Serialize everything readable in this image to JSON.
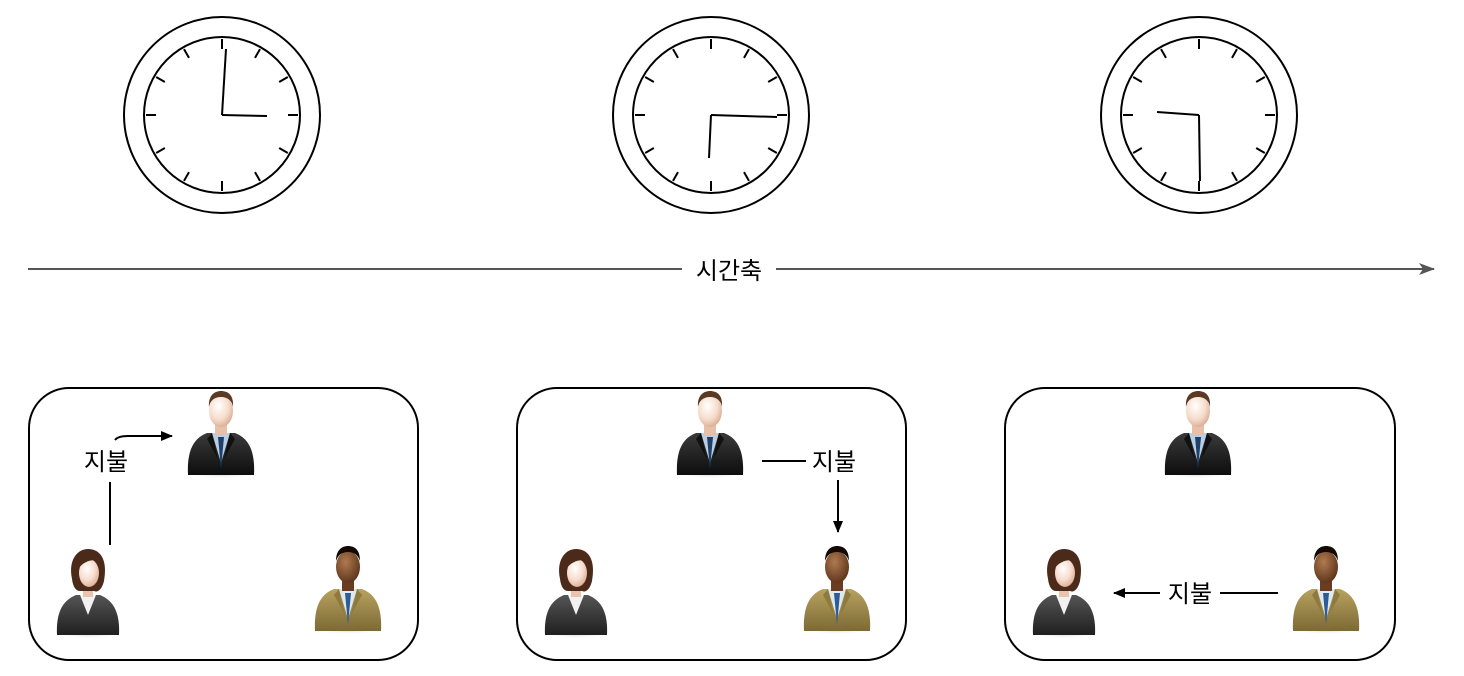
{
  "timeline": {
    "label": "시간축"
  },
  "clocks": [
    {
      "time": "3:00"
    },
    {
      "time": "6:15"
    },
    {
      "time": "9:30"
    }
  ],
  "panels": [
    {
      "payment_label": "지불",
      "from": "woman",
      "to": "man-top"
    },
    {
      "payment_label": "지불",
      "from": "man-top",
      "to": "man-right"
    },
    {
      "payment_label": "지불",
      "from": "man-right",
      "to": "woman"
    }
  ],
  "colors": {
    "stroke": "#000000",
    "axis": "#555555",
    "panel_border": "#000000"
  }
}
